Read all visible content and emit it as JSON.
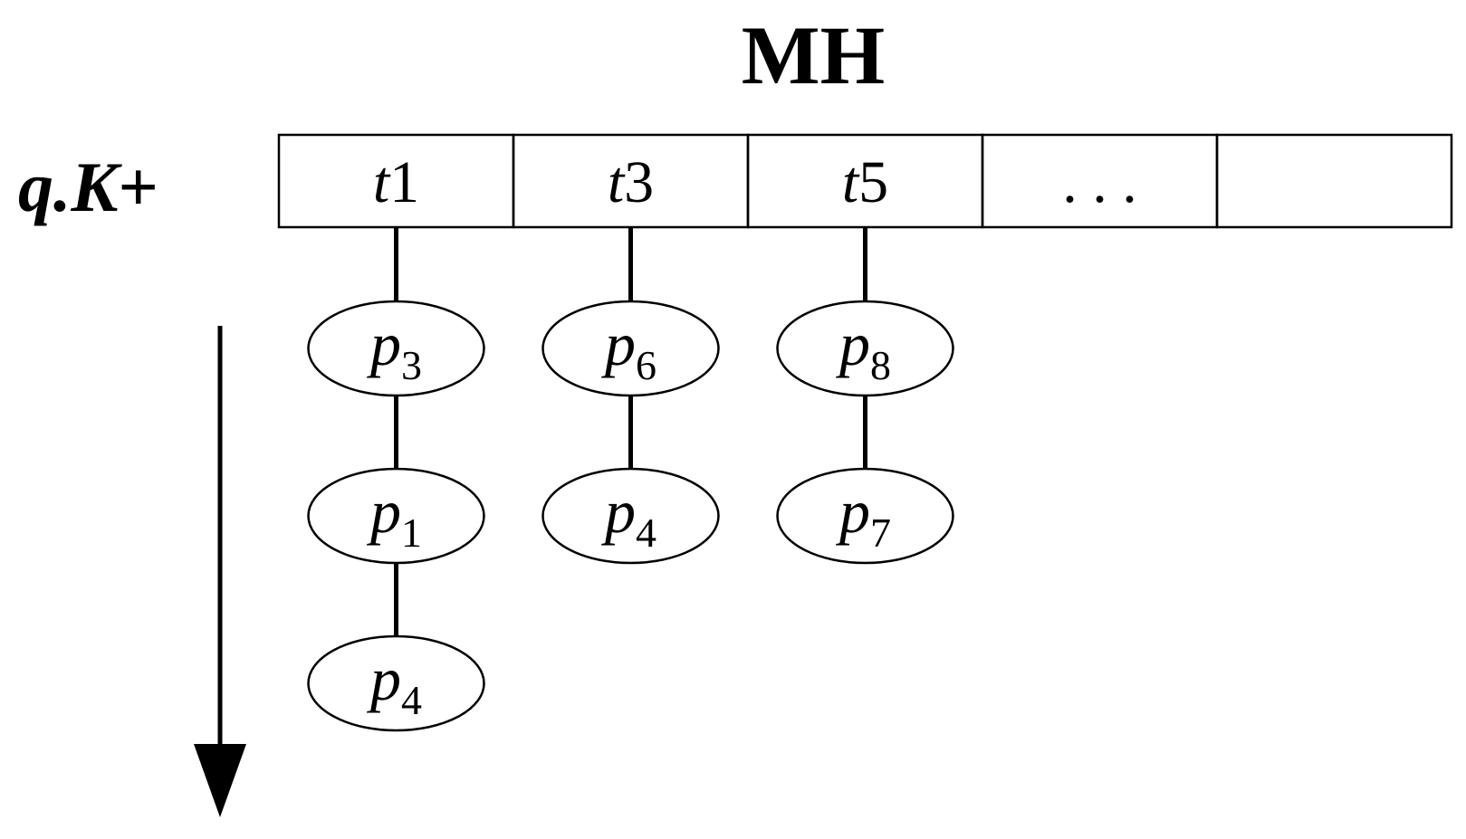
{
  "title": "MH",
  "row_label": {
    "part1": "q",
    "dot": ".",
    "part2": "K",
    "plus": "+"
  },
  "cells": [
    {
      "var": "t",
      "num": "1"
    },
    {
      "var": "t",
      "num": "3"
    },
    {
      "var": "t",
      "num": "5"
    },
    {
      "var": "",
      "num": ". . ."
    },
    {
      "var": "",
      "num": ""
    }
  ],
  "columns": [
    {
      "cell_index": 0,
      "nodes": [
        {
          "base": "p",
          "sub": "3"
        },
        {
          "base": "p",
          "sub": "1"
        },
        {
          "base": "p",
          "sub": "4"
        }
      ]
    },
    {
      "cell_index": 1,
      "nodes": [
        {
          "base": "p",
          "sub": "6"
        },
        {
          "base": "p",
          "sub": "4"
        }
      ]
    },
    {
      "cell_index": 2,
      "nodes": [
        {
          "base": "p",
          "sub": "8"
        },
        {
          "base": "p",
          "sub": "7"
        }
      ]
    }
  ],
  "arrow_direction": "down",
  "colors": {
    "stroke": "#000000",
    "background": "#ffffff"
  }
}
